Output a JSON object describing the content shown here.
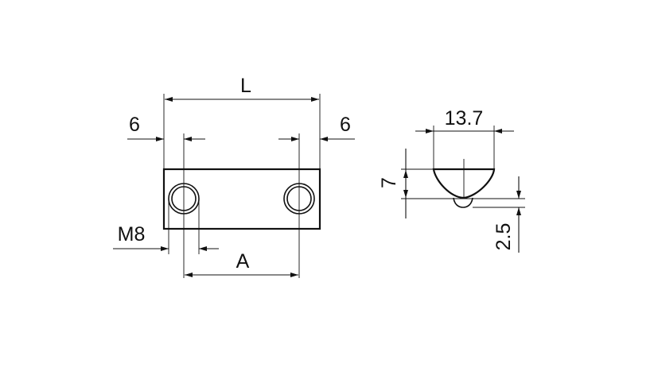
{
  "labels": {
    "length": "L",
    "edge_left": "6",
    "edge_right": "6",
    "thread": "M8",
    "hole_spacing": "A",
    "width": "13.7",
    "height": "7",
    "bottom": "2.5"
  }
}
